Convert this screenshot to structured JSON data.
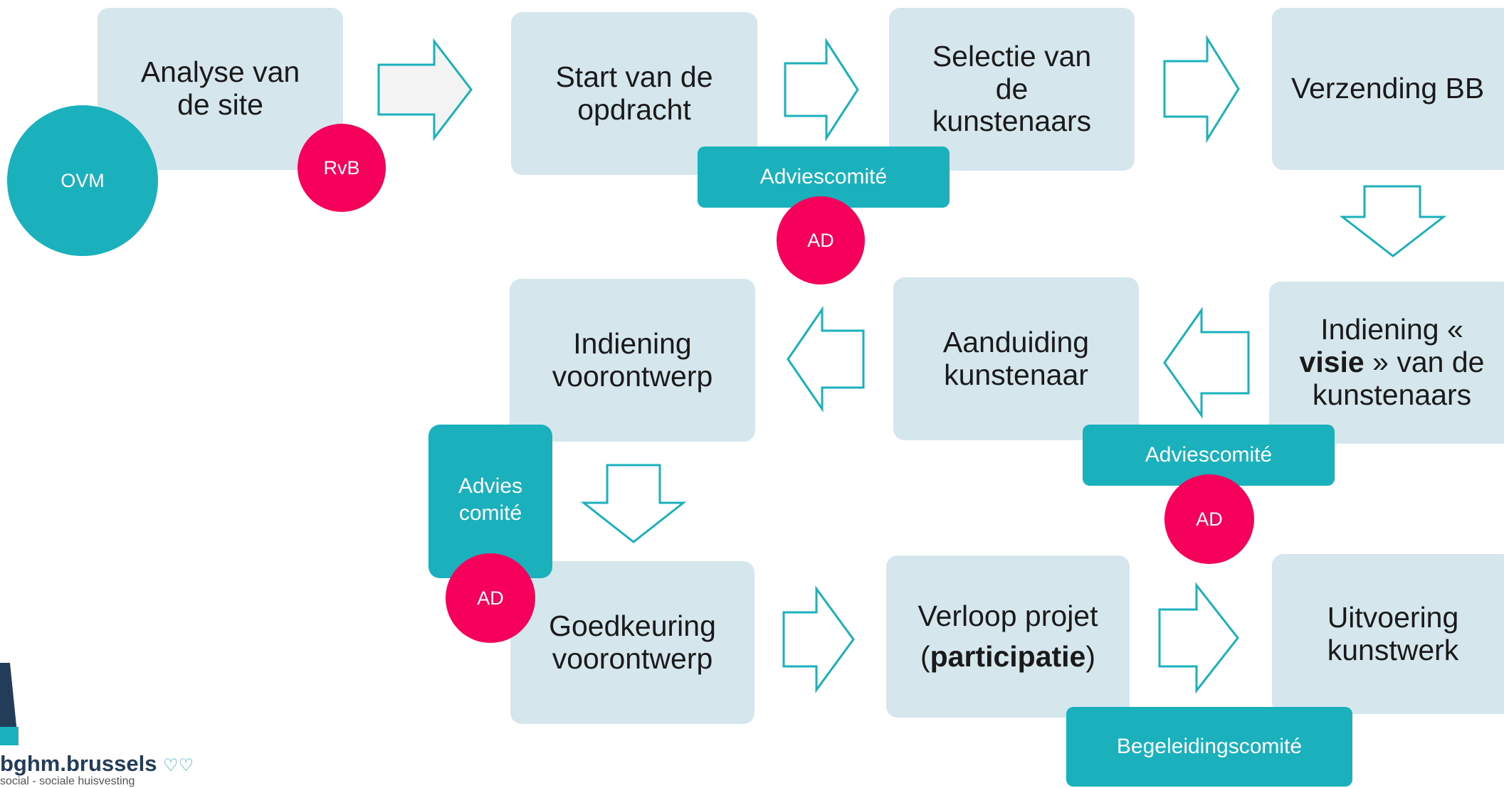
{
  "colors": {
    "box": "#d5e6ec",
    "teal": "#1ab1bd",
    "pink": "#f5005b",
    "arrow_outline": "#1ab1bd"
  },
  "boxes": {
    "analyse": "Analyse van de site",
    "start": "Start van de opdracht",
    "selectie": "Selectie van de kunstenaars",
    "verzending": "Verzending BB",
    "visie_pre": "Indiening «",
    "visie_bold": "visie",
    "visie_post": "» van de kunstenaars",
    "aanduiding": "Aanduiding kunstenaar",
    "indiening_voorontwerp": "Indiening voorontwerp",
    "goedkeuring": "Goedkeuring voorontwerp",
    "verloop_line1": "Verloop projet",
    "verloop_bold": "participatie",
    "uitvoering": "Uitvoering kunstwerk"
  },
  "circles": {
    "ovm": "OVM",
    "rvb": "RvB",
    "ad_1": "AD",
    "ad_2": "AD",
    "ad_3": "AD"
  },
  "tags": {
    "adviescomite_1": "Adviescomité",
    "adviescomite_2": "Adviescomité",
    "advies_comite_3": "Advies comité",
    "begeleidingscomite": "Begeleidingscomité"
  },
  "logo": {
    "brand": "bghm.brussels",
    "tagline": "social - sociale huisvesting"
  }
}
